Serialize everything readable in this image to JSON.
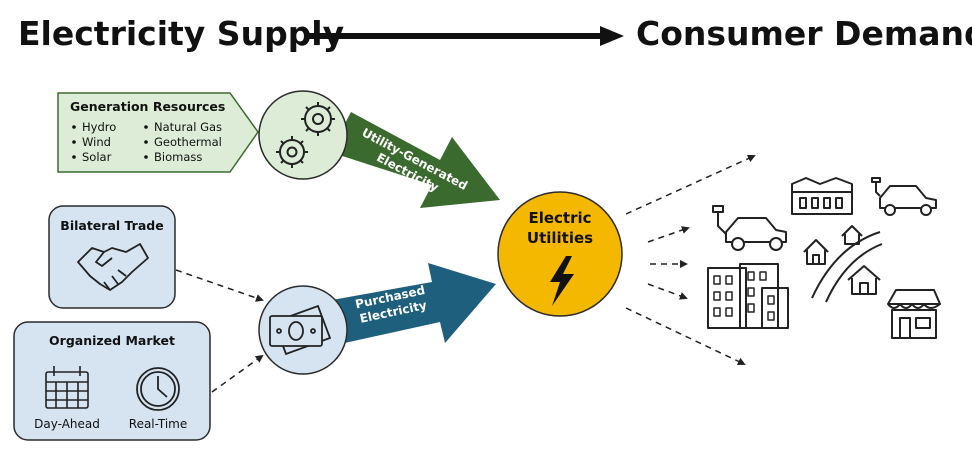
{
  "header": {
    "supply": "Electricity Supply",
    "demand": "Consumer Demand"
  },
  "generation": {
    "title": "Generation Resources",
    "col1": [
      "Hydro",
      "Wind",
      "Solar"
    ],
    "col2": [
      "Natural Gas",
      "Geothermal",
      "Biomass"
    ]
  },
  "bilateral": {
    "title": "Bilateral Trade"
  },
  "market": {
    "title": "Organized Market",
    "day_ahead": "Day-Ahead",
    "real_time": "Real-Time"
  },
  "arrows": {
    "utility_generated": [
      "Utility-Generated",
      "Electricity"
    ],
    "purchased": [
      "Purchased",
      "Electricity"
    ]
  },
  "utilities": {
    "line1": "Electric",
    "line2": "Utilities"
  },
  "colors": {
    "green_fill": "#dcecd6",
    "green_arrow": "#3b6a2e",
    "blue_fill": "#d6e4f2",
    "blue_arrow": "#1f5f7e",
    "utility_yellow": "#f5b800"
  },
  "icons": [
    "gears-icon",
    "handshake-icon",
    "calendar-icon",
    "clock-icon",
    "money-icon",
    "lightning-icon",
    "electric-car-icon",
    "building-icon",
    "house-icon",
    "road-icon",
    "factory-icon",
    "store-icon"
  ]
}
